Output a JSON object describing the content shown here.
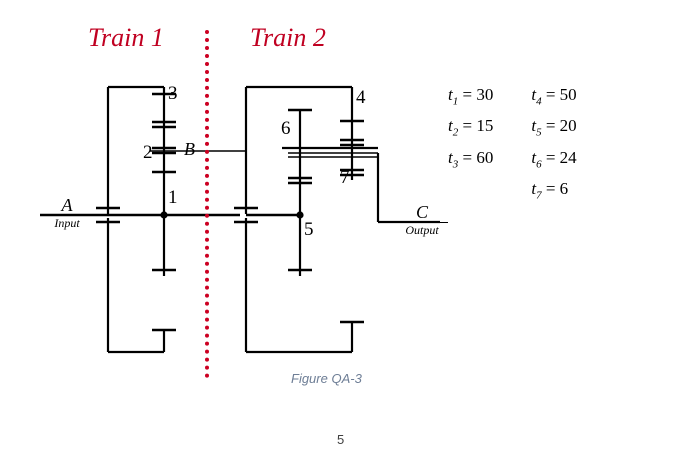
{
  "document": {
    "page_number": "5",
    "figure_caption": "Figure QA-3"
  },
  "colors": {
    "train_label": "#C00021",
    "divider": "#CC0022",
    "caption": "#6E7E96",
    "line": "#000000",
    "page_number": "#3F3F3F"
  },
  "trains": [
    {
      "id": "train-1",
      "label": "Train 1"
    },
    {
      "id": "train-2",
      "label": "Train 2"
    }
  ],
  "divider": {
    "style": "dotted-vertical",
    "color": "#CC0022"
  },
  "ports": [
    {
      "id": "input",
      "letter": "A",
      "role": "Input"
    },
    {
      "id": "intermediate",
      "letter": "B",
      "role": ""
    },
    {
      "id": "output",
      "letter": "C",
      "role": "Output"
    }
  ],
  "gear_labels": [
    {
      "id": "gear-1",
      "label": "1"
    },
    {
      "id": "gear-2",
      "label": "2"
    },
    {
      "id": "gear-3",
      "label": "3"
    },
    {
      "id": "gear-4",
      "label": "4"
    },
    {
      "id": "gear-5",
      "label": "5"
    },
    {
      "id": "gear-6",
      "label": "6"
    },
    {
      "id": "gear-7",
      "label": "7"
    }
  ],
  "tooth_counts": {
    "column_left": [
      {
        "symbol": "t",
        "index": "1",
        "equals": "=",
        "value": "30"
      },
      {
        "symbol": "t",
        "index": "2",
        "equals": "=",
        "value": "15"
      },
      {
        "symbol": "t",
        "index": "3",
        "equals": "=",
        "value": "60"
      }
    ],
    "column_right": [
      {
        "symbol": "t",
        "index": "4",
        "equals": "=",
        "value": "50"
      },
      {
        "symbol": "t",
        "index": "5",
        "equals": "=",
        "value": "20"
      },
      {
        "symbol": "t",
        "index": "6",
        "equals": "=",
        "value": "24"
      },
      {
        "symbol": "t",
        "index": "7",
        "equals": "=",
        "value": "6"
      }
    ]
  }
}
